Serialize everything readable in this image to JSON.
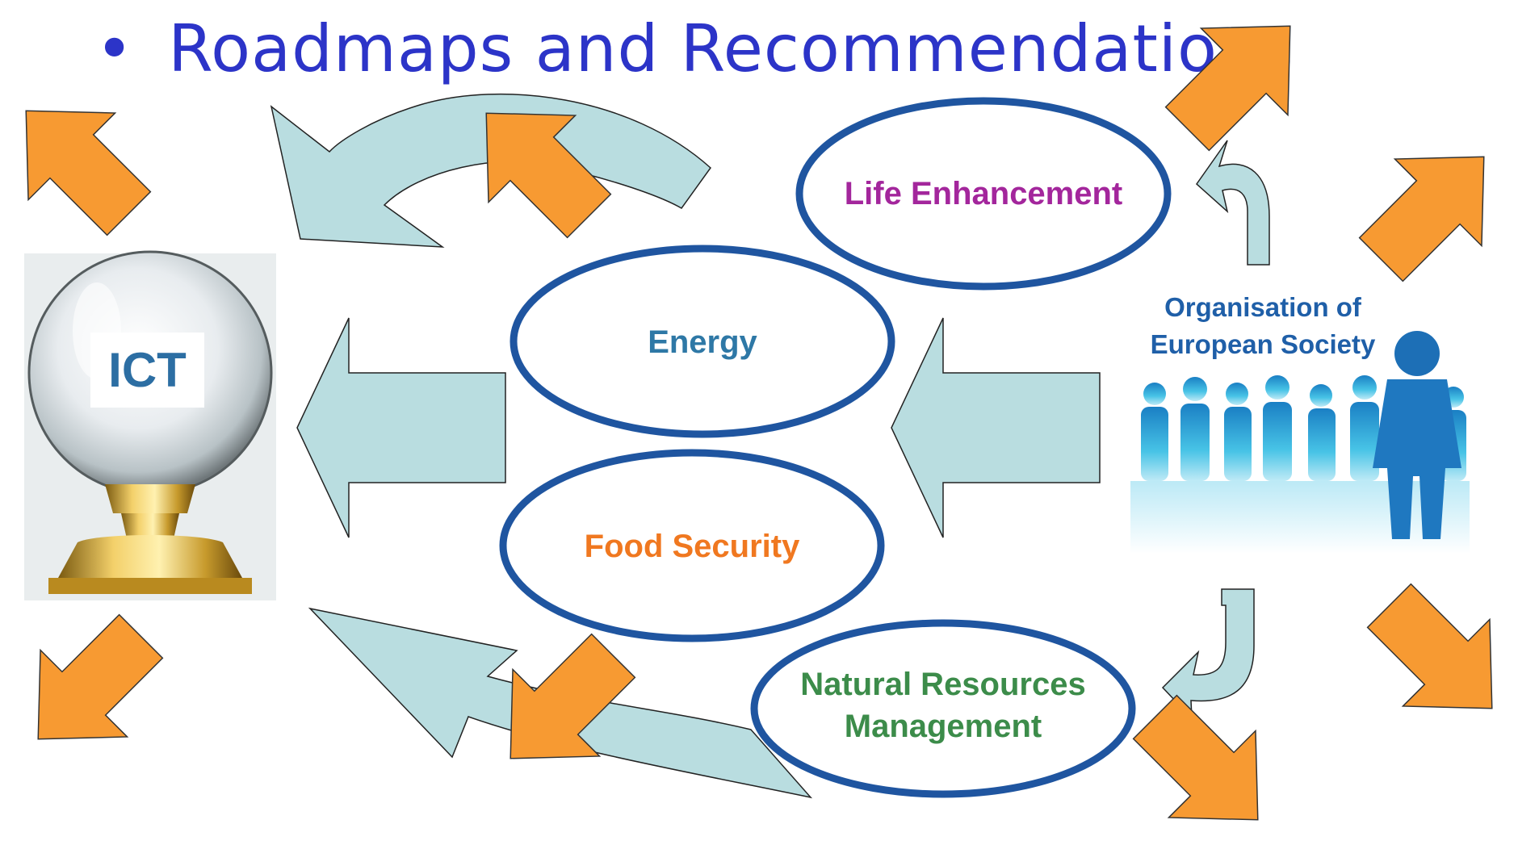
{
  "title": {
    "bullet": "•",
    "text": "Roadmaps and Recommendations"
  },
  "ict": {
    "label": "ICT"
  },
  "themes": [
    {
      "label": "Life Enhancement",
      "color": "#a3269c"
    },
    {
      "label": "Energy",
      "color": "#2e78a6"
    },
    {
      "label": "Food Security",
      "color": "#f07820"
    },
    {
      "label": "Natural Resources Management",
      "line1": "Natural Resources",
      "line2": "Management",
      "color": "#3c8c4a"
    }
  ],
  "society": {
    "line1": "Organisation of",
    "line2": "European Society"
  },
  "colors": {
    "title": "#2c34c8",
    "ellipse_border": "#1f55a0",
    "light_arrow": "#b9dde0",
    "orange_arrow": "#f79a32",
    "people": "#2ea8d8"
  },
  "icons": {
    "orange_arrows": "outward-arrow-icon",
    "light_arrows": "flow-arrow-icon",
    "people": "people-silhouette-icon",
    "ict": "crystal-ball-icon"
  }
}
